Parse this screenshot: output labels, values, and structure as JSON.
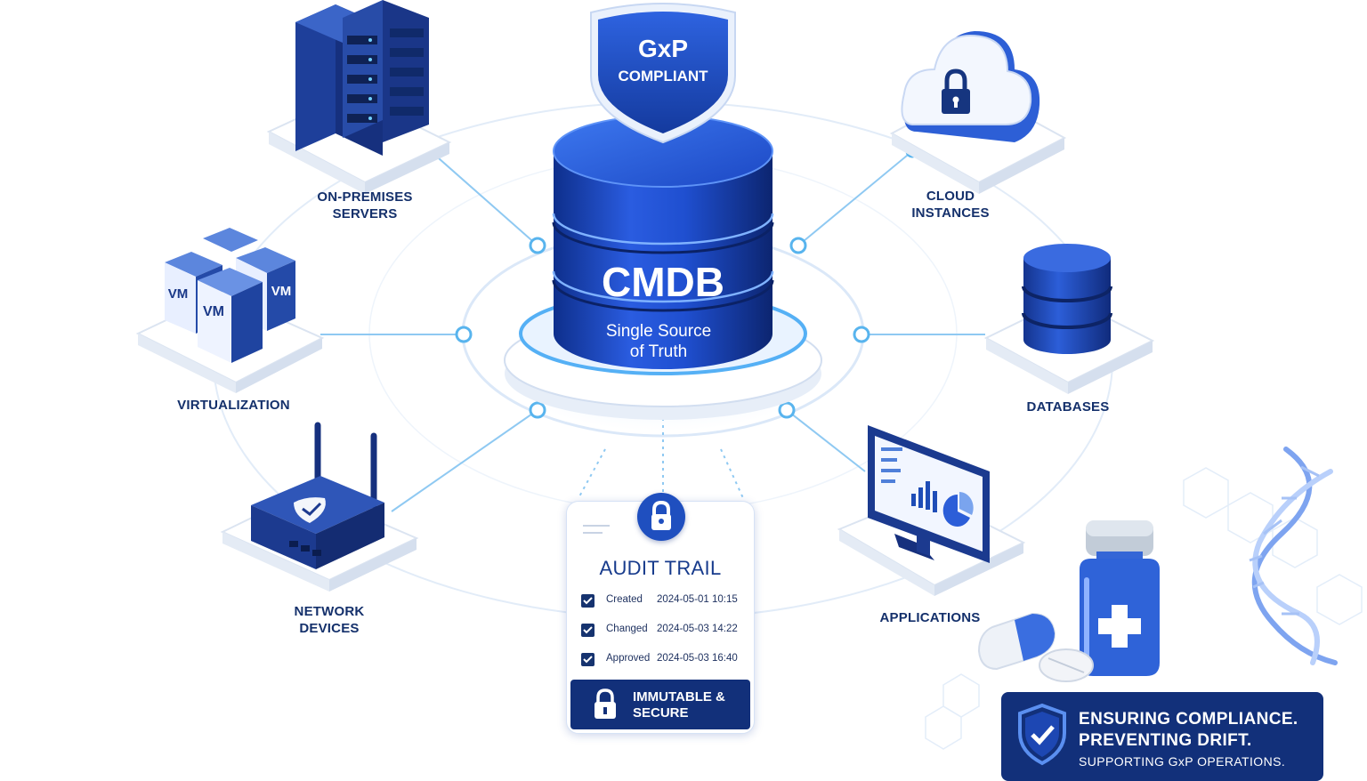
{
  "badge": {
    "line1": "GxP",
    "line2": "COMPLIANT"
  },
  "center": {
    "title": "CMDB",
    "subtitle_line1": "Single Source",
    "subtitle_line2": "of Truth"
  },
  "nodes": {
    "on_premises": {
      "line1": "ON-PREMISES",
      "line2": "SERVERS"
    },
    "cloud": {
      "line1": "CLOUD",
      "line2": "INSTANCES"
    },
    "virtualization": {
      "line1": "VIRTUALIZATION"
    },
    "databases": {
      "line1": "DATABASES"
    },
    "network": {
      "line1": "NETWORK",
      "line2": "DEVICES"
    },
    "applications": {
      "line1": "APPLICATIONS"
    }
  },
  "vm_labels": [
    "VM",
    "VM",
    "VM"
  ],
  "audit": {
    "title": "AUDIT TRAIL",
    "rows": [
      {
        "event": "Created",
        "time": "2024-05-01 10:15"
      },
      {
        "event": "Changed",
        "time": "2024-05-03 14:22"
      },
      {
        "event": "Approved",
        "time": "2024-05-03 16:40"
      }
    ],
    "footer_line1": "IMMUTABLE &",
    "footer_line2": "SECURE"
  },
  "banner": {
    "line1": "ENSURING COMPLIANCE.",
    "line2": "PREVENTING DRIFT.",
    "line3": "SUPPORTING GxP OPERATIONS."
  },
  "colors": {
    "navy": "#12307a",
    "blue": "#2a5bd7",
    "accent": "#4ea7f0",
    "label": "#14306b"
  }
}
